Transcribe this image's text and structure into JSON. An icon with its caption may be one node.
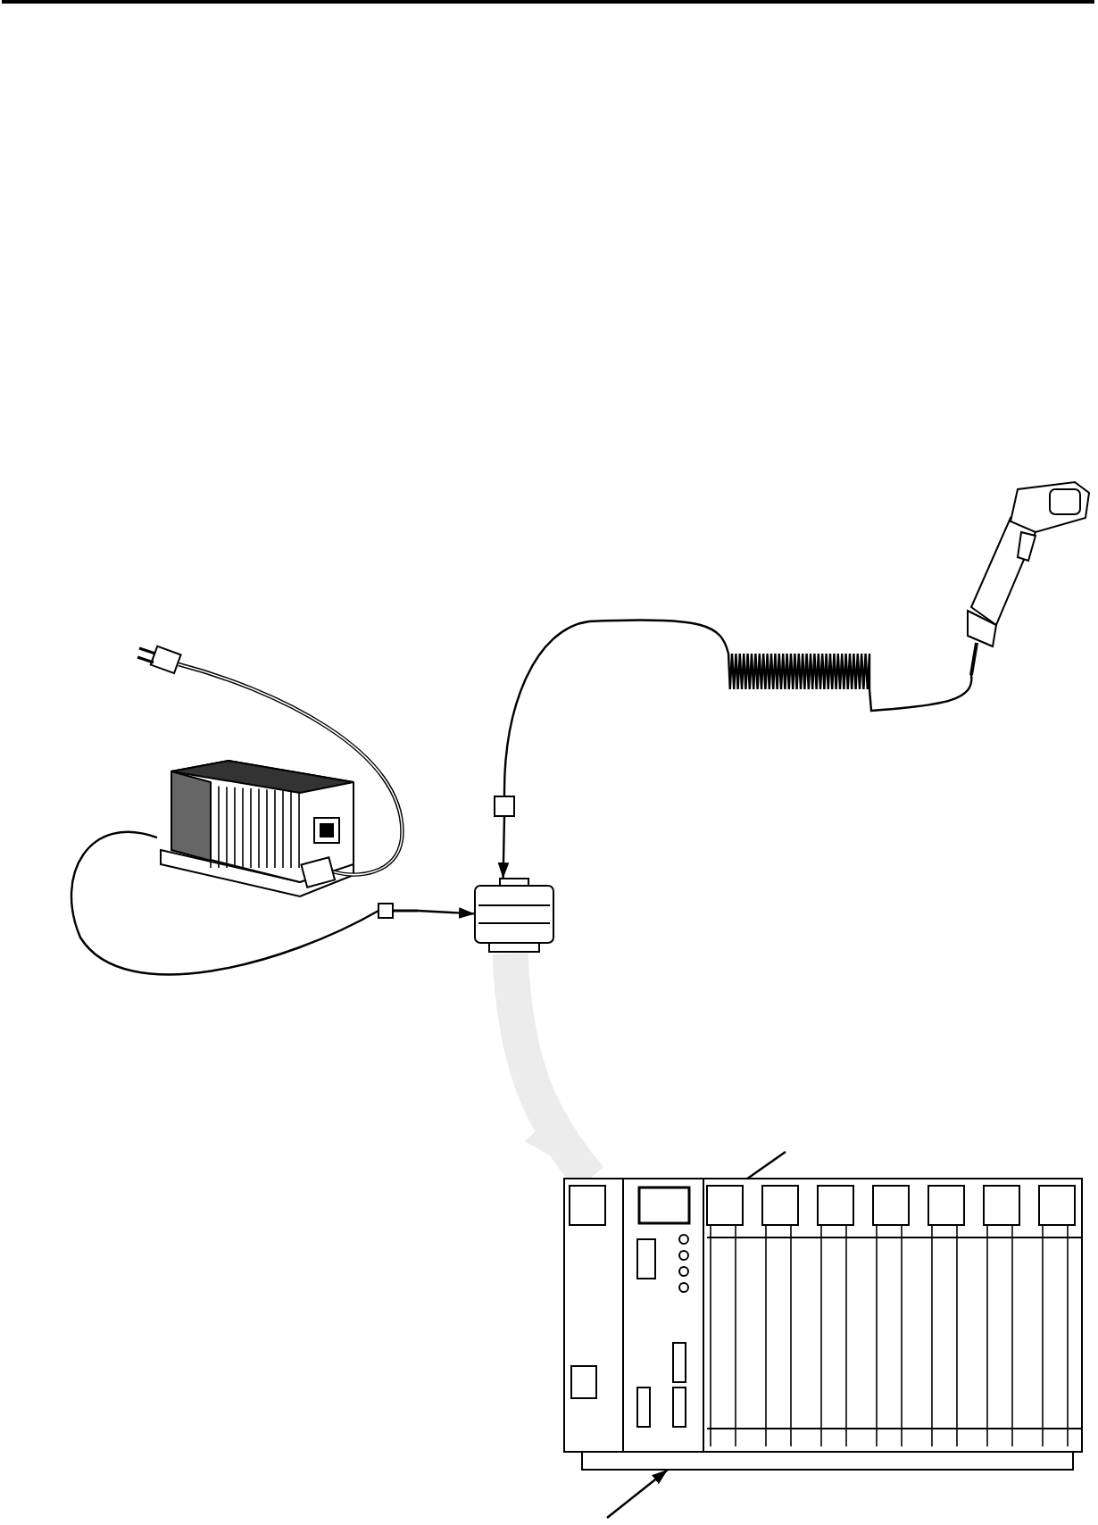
{
  "diagram": {
    "nodes": [
      {
        "text": [],
        "shape": "picture"
      },
      {
        "text": [],
        "shape": "plug"
      },
      {
        "text": [],
        "shape": "picture"
      },
      {
        "text": [],
        "shape": "box"
      },
      {
        "text": [],
        "shape": "box"
      },
      {
        "text": [],
        "shape": "picture"
      },
      {
        "text": [],
        "shape": "box",
        "in": 5
      }
    ],
    "edges": [
      {
        "from": 2,
        "to": 3,
        "arrow": "none"
      },
      {
        "from": 3,
        "to": 4,
        "arrow": "to"
      },
      {
        "from": 0,
        "to": 1,
        "arrow": "none"
      },
      {
        "from": 1,
        "to": 4,
        "arrow": "to"
      },
      {
        "from": 4,
        "to": 5,
        "arrow": "to",
        "style": "thick",
        "color": "#ececec"
      },
      {
        "from": null,
        "to": 6,
        "arrow": "to"
      },
      {
        "from": null,
        "to": 5,
        "arrow": "to"
      }
    ]
  }
}
